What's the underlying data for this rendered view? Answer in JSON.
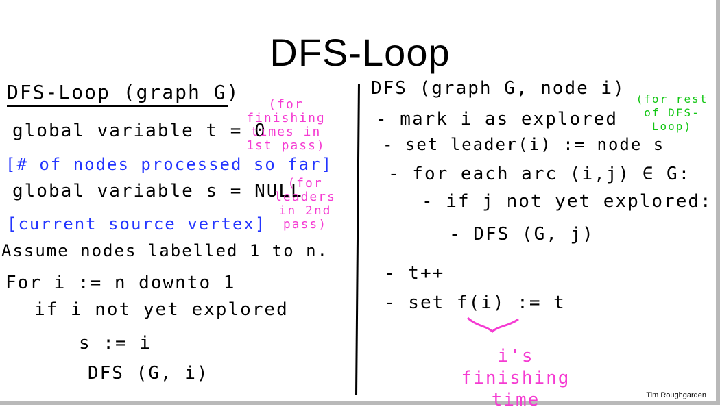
{
  "title": "DFS-Loop",
  "author": "Tim Roughgarden",
  "left": {
    "header": "DFS-Loop (graph G)",
    "line1": "global variable t = 0",
    "note1": "[# of nodes processed so far]",
    "line2": "global variable s = NULL",
    "note2": "[current source vertex]",
    "line3": "Assume nodes labelled 1 to n.",
    "line4": "For i := n downto 1",
    "line5": "if i not yet explored",
    "line6": "s := i",
    "line7": "DFS (G, i)",
    "aside1": "(for finishing times in 1st pass)",
    "aside2": "(for leaders in 2nd pass)"
  },
  "right": {
    "header": "DFS (graph G, node i)",
    "line1": "- mark i as explored",
    "aside_green": "(for rest of DFS-Loop)",
    "line2": "- set leader(i) := node s",
    "line3": "- for each arc (i,j) ∈ G:",
    "line4": "- if j not yet explored:",
    "line5": "- DFS (G, j)",
    "line6": "- t++",
    "line7": "- set f(i) := t",
    "annotation": "i's finishing time"
  },
  "colors": {
    "blue": "#2335ff",
    "pink": "#f53bd2",
    "green": "#12c613"
  }
}
